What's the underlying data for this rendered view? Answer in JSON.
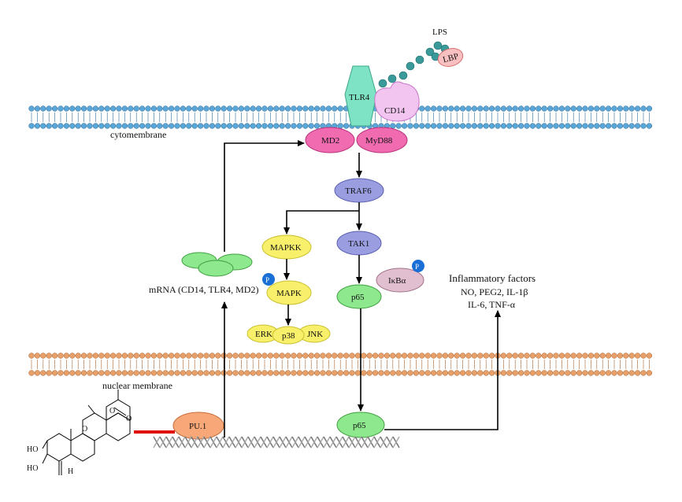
{
  "membranes": {
    "cyto_label": "cytomembrane",
    "nuclear_label": "nuclear membrane",
    "cyto_color": "#5aa6d6",
    "nuclear_color": "#e8a06a"
  },
  "receptors": {
    "lps": "LPS",
    "lbp": "LBP",
    "tlr4": "TLR4",
    "cd14": "CD14",
    "md2": "MD2",
    "myd88": "MyD88"
  },
  "pathway": {
    "traf6": "TRAF6",
    "tak1": "TAK1",
    "mapkk": "MAPKK",
    "mapk": "MAPK",
    "erk": "ERK",
    "p38": "p38",
    "jnk": "JNK",
    "p65_cyto": "p65",
    "ikba": "IκBα",
    "p65_nuc": "p65",
    "phospho": "P"
  },
  "nucleus": {
    "pu1": "PU.1",
    "mrna": "mRNA (CD14, TLR4, MD2)"
  },
  "inflammatory": {
    "title": "Inflammatory factors",
    "line1": "NO, PEG2, IL-1β",
    "line2": "IL-6, TNF-α"
  },
  "molecule": {
    "ho1": "HO",
    "ho2": "HO",
    "o1": "O",
    "o2": "O",
    "o3": "O",
    "h": "H"
  },
  "colors": {
    "tlr4": "#7ee3c4",
    "cd14": "#f2c4f0",
    "md2": "#f06bb0",
    "traf6": "#9a9ee0",
    "mapk": "#f8ef6a",
    "p65": "#8ee88e",
    "ikba": "#e2bfd0",
    "pu1": "#f8a878",
    "lbp": "#f8c0c0",
    "lps": "#3a9a9a",
    "phospho": "#1a6fd6",
    "inhibit": "#e01010"
  }
}
